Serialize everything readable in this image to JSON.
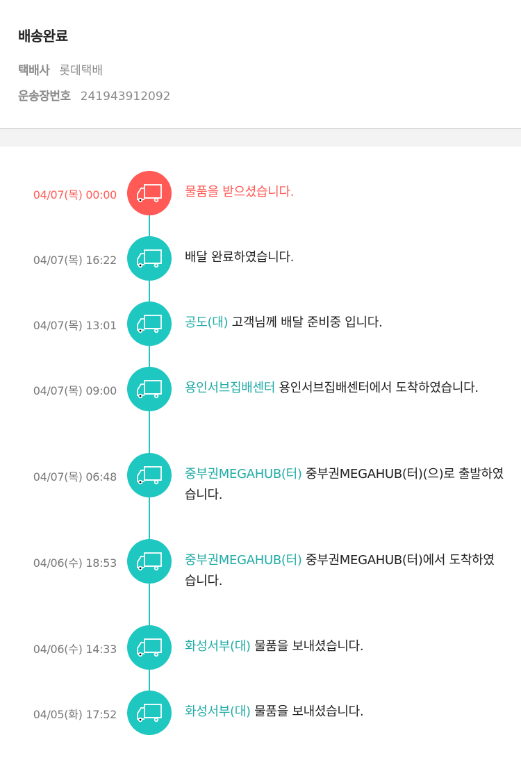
{
  "header": {
    "title": "배송완료",
    "carrier_label": "택배사",
    "carrier": "롯데택배",
    "tracking_label": "운송장번호",
    "tracking": "241943912092"
  },
  "colors": {
    "accent": "#1fc7c1",
    "alert": "#ff5a55"
  },
  "events": [
    {
      "date": "04/07(목) 00:00",
      "location": "",
      "message": "물품을 받으셨습니다.",
      "icon": "truck-icon"
    },
    {
      "date": "04/07(목) 16:22",
      "location": "",
      "message": "배달 완료하였습니다.",
      "icon": "truck-icon"
    },
    {
      "date": "04/07(목) 13:01",
      "location": "공도(대)",
      "message": "고객님께 배달 준비중 입니다.",
      "icon": "truck-icon"
    },
    {
      "date": "04/07(목) 09:00",
      "location": "용인서브집배센터",
      "message": "용인서브집배센터에서 도착하였습니다.",
      "icon": "truck-icon"
    },
    {
      "date": "04/07(목) 06:48",
      "location": "중부권MEGAHUB(터)",
      "message": "중부권MEGAHUB(터)(으)로 출발하였습니다.",
      "icon": "truck-icon"
    },
    {
      "date": "04/06(수) 18:53",
      "location": "중부권MEGAHUB(터)",
      "message": "중부권MEGAHUB(터)에서 도착하였습니다.",
      "icon": "truck-icon"
    },
    {
      "date": "04/06(수) 14:33",
      "location": "화성서부(대)",
      "message": "물품을 보내셨습니다.",
      "icon": "truck-icon"
    },
    {
      "date": "04/05(화) 17:52",
      "location": "화성서부(대)",
      "message": "물품을 보내셨습니다.",
      "icon": "truck-icon"
    }
  ]
}
